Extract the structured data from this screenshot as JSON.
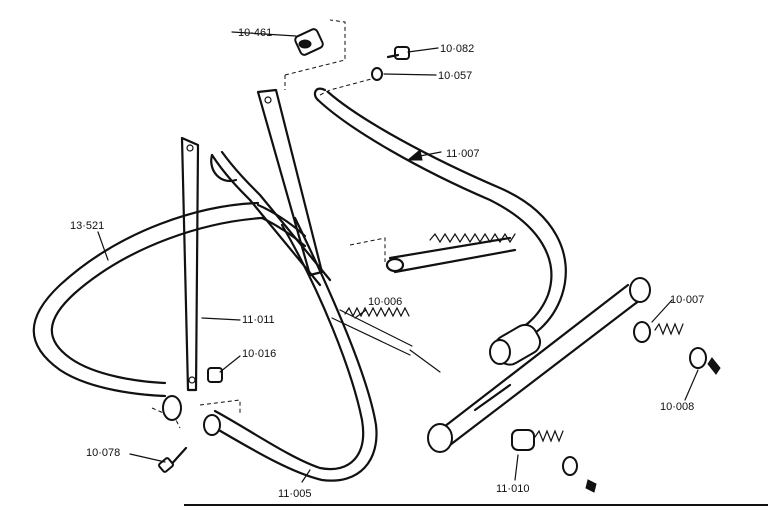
{
  "part_labels": {
    "p10461": "10·461",
    "p10082": "10·082",
    "p10057": "10·057",
    "p11007a": "11·007",
    "p13521": "13·521",
    "p11011": "11·011",
    "p10006": "10·006",
    "p10016": "10·016",
    "p10007": "10·007",
    "p10008": "10·008",
    "p10078": "10·078",
    "p11010": "11·010",
    "p11005": "11·005"
  }
}
